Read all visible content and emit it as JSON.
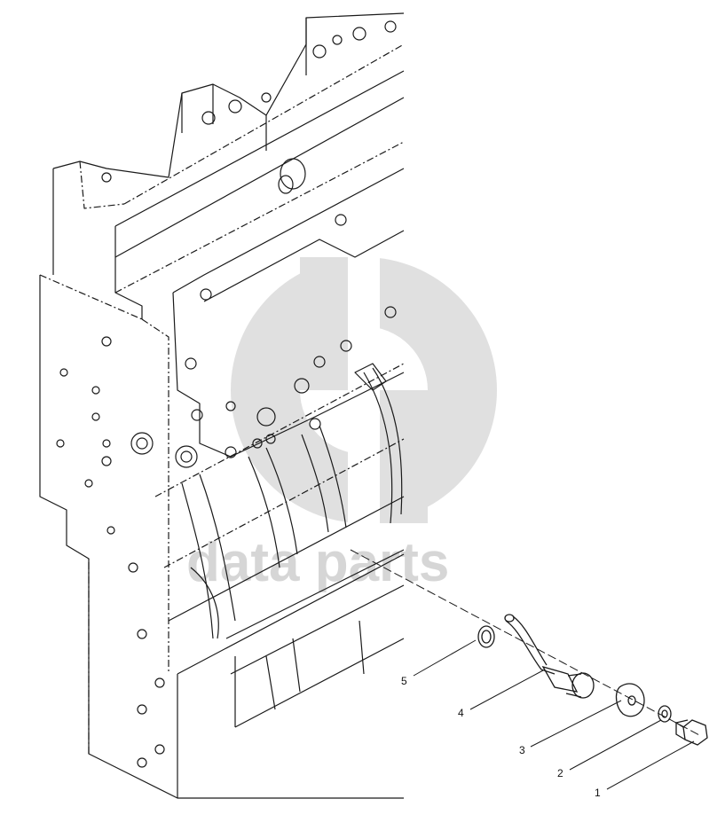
{
  "diagram": {
    "callouts": [
      {
        "number": "1"
      },
      {
        "number": "2"
      },
      {
        "number": "3"
      },
      {
        "number": "4"
      },
      {
        "number": "5"
      }
    ]
  },
  "watermark": {
    "text": "data parts",
    "color": "#d6d6d6"
  },
  "colors": {
    "line": "#1a1a1a",
    "background": "#ffffff"
  }
}
